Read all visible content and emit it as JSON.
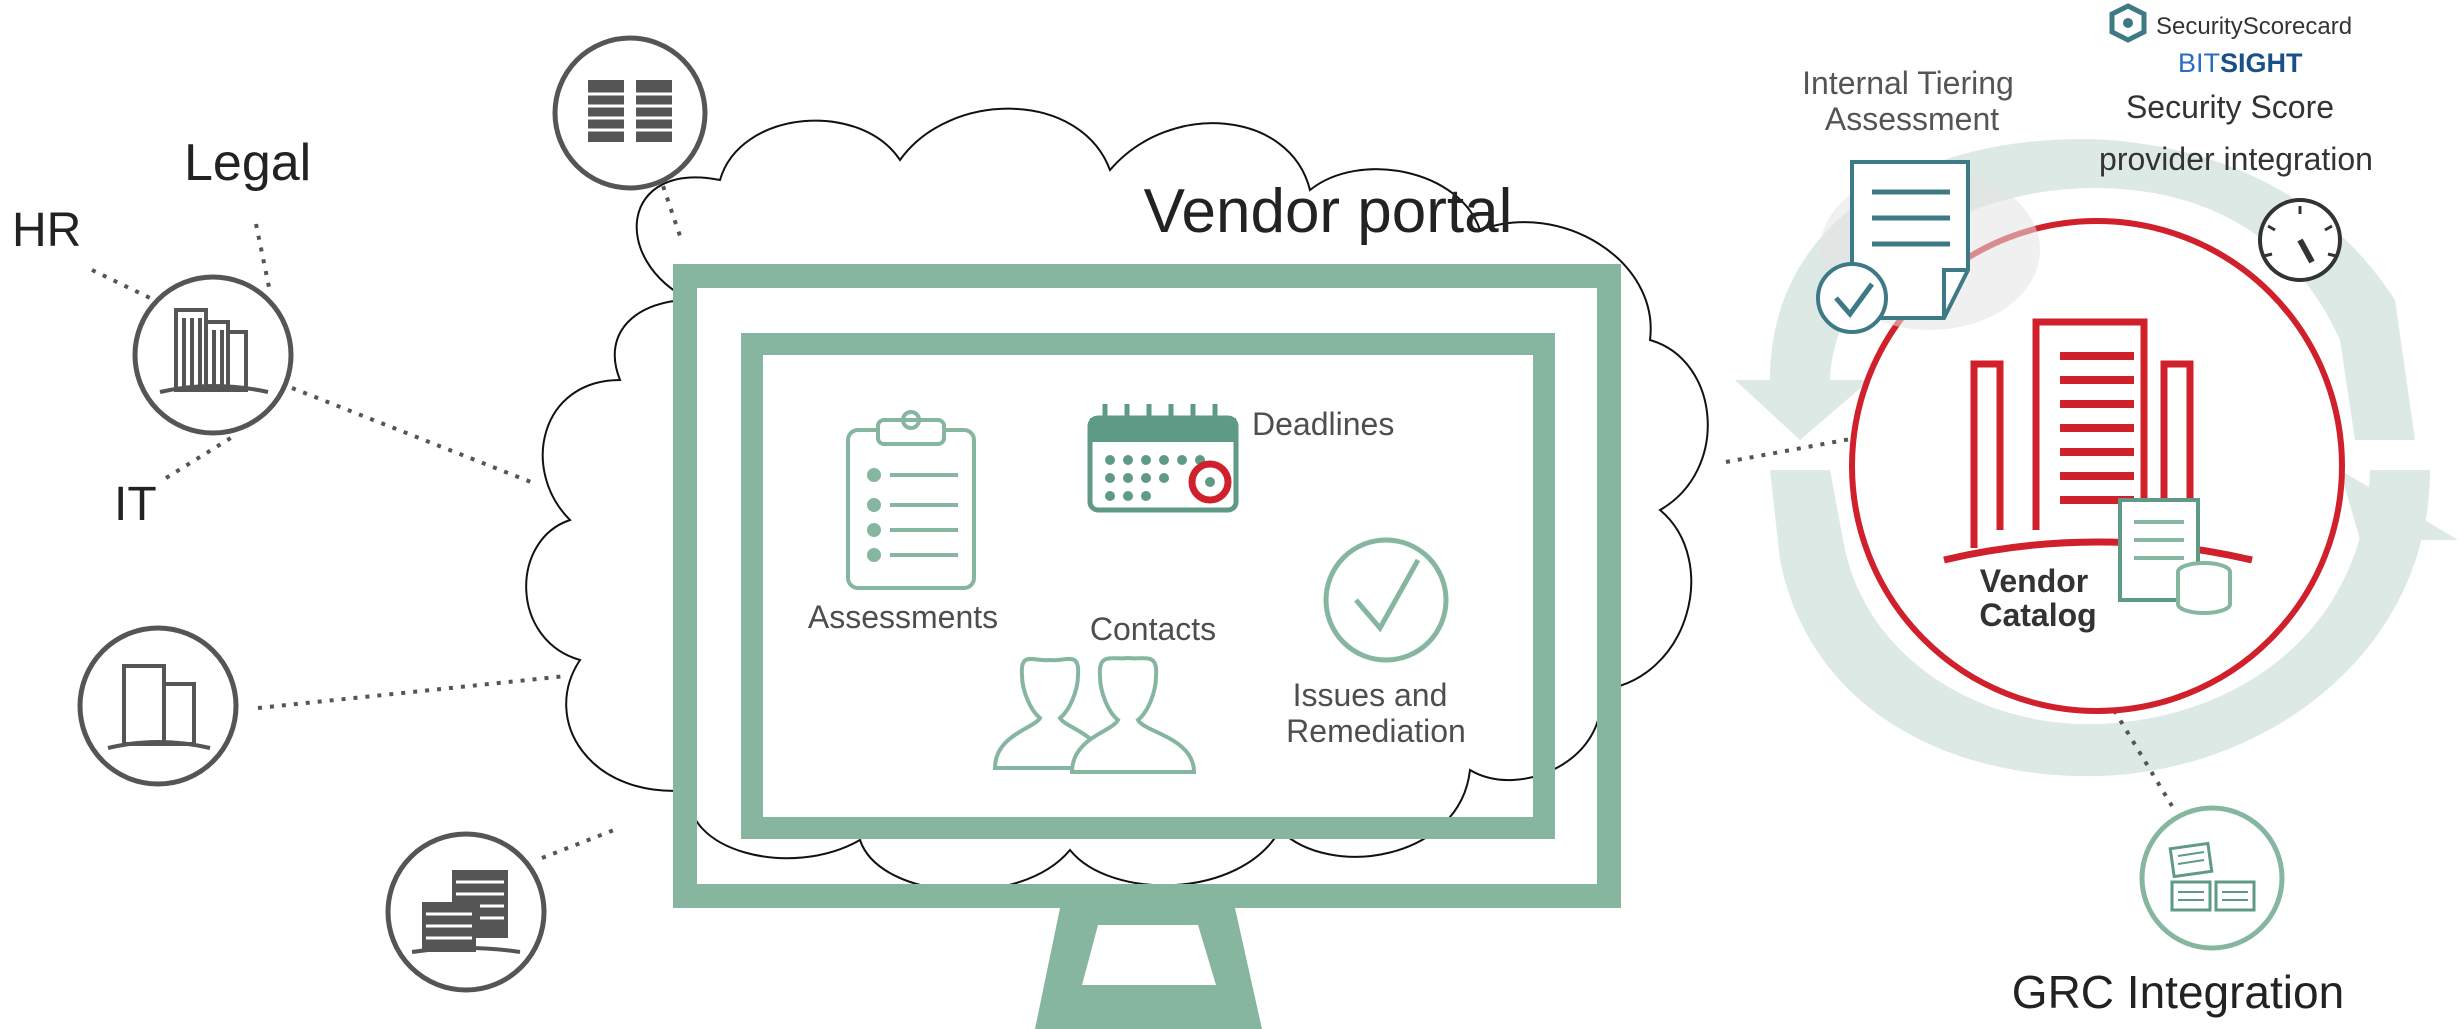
{
  "colors": {
    "green": "#86b6a0",
    "green_dark": "#5f9a86",
    "red": "#d0202b",
    "grey": "#555555",
    "teal_icon": "#3d7a86",
    "ring_light": "#dde9e4"
  },
  "portal": {
    "title": "Vendor portal",
    "features": [
      {
        "label": "Assessments",
        "icon": "clipboard-icon"
      },
      {
        "label": "Deadlines",
        "icon": "calendar-icon"
      },
      {
        "label": "Contacts",
        "icon": "people-icon"
      },
      {
        "label_line1": "Issues and",
        "label_line2": "Remediation",
        "icon": "checkmark-icon"
      }
    ]
  },
  "departments": {
    "hr": "HR",
    "legal": "Legal",
    "it": "IT"
  },
  "catalog": {
    "label_line1": "Vendor",
    "label_line2": "Catalog"
  },
  "tiering": {
    "line1": "Internal Tiering",
    "line2": "Assessment"
  },
  "score": {
    "provider1": "SecurityScorecard",
    "provider2_a": "BIT",
    "provider2_b": "SIGHT",
    "line1": "Security Score",
    "line2": "provider integration"
  },
  "grc": {
    "label": "GRC Integration"
  }
}
